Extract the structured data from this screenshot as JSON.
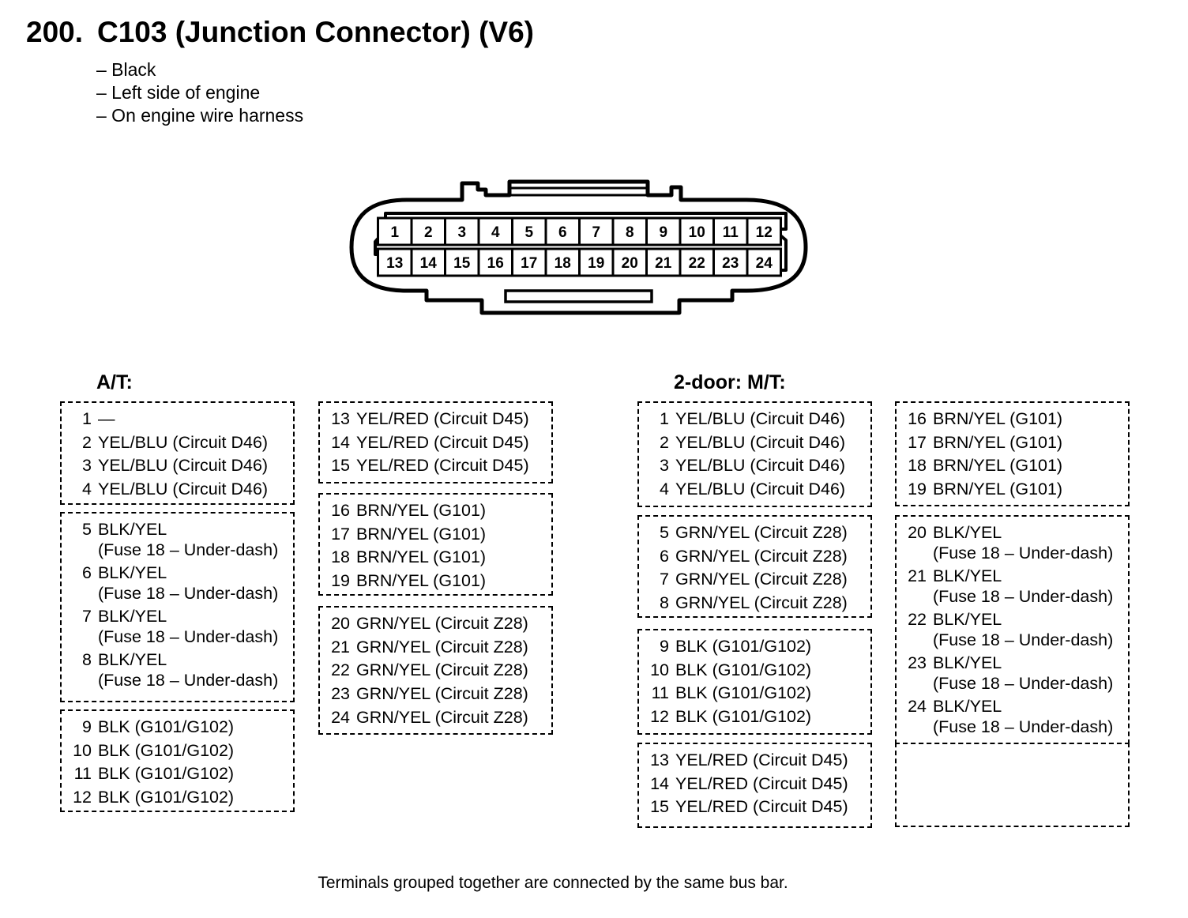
{
  "title": {
    "number": "200.",
    "text": "C103 (Junction Connector) (V6)"
  },
  "notes": [
    "– Black",
    "– Left side of engine",
    "– On engine wire harness"
  ],
  "connector": {
    "top_row": [
      "1",
      "2",
      "3",
      "4",
      "5",
      "6",
      "7",
      "8",
      "9",
      "10",
      "11",
      "12"
    ],
    "bottom_row": [
      "13",
      "14",
      "15",
      "16",
      "17",
      "18",
      "19",
      "20",
      "21",
      "22",
      "23",
      "24"
    ]
  },
  "sections": {
    "at": {
      "heading": "A/T:",
      "col1": [
        [
          {
            "pin": "1",
            "text": "—"
          },
          {
            "pin": "2",
            "text": "YEL/BLU (Circuit D46)"
          },
          {
            "pin": "3",
            "text": "YEL/BLU (Circuit D46)"
          },
          {
            "pin": "4",
            "text": "YEL/BLU (Circuit D46)"
          }
        ],
        [
          {
            "pin": "5",
            "text": "BLK/YEL",
            "sub": "(Fuse 18 – Under-dash)"
          },
          {
            "pin": "6",
            "text": "BLK/YEL",
            "sub": "(Fuse 18 – Under-dash)"
          },
          {
            "pin": "7",
            "text": "BLK/YEL",
            "sub": "(Fuse 18 – Under-dash)"
          },
          {
            "pin": "8",
            "text": "BLK/YEL",
            "sub": "(Fuse 18 – Under-dash)"
          }
        ],
        [
          {
            "pin": "9",
            "text": "BLK (G101/G102)"
          },
          {
            "pin": "10",
            "text": "BLK (G101/G102)"
          },
          {
            "pin": "11",
            "text": "BLK (G101/G102)"
          },
          {
            "pin": "12",
            "text": "BLK (G101/G102)"
          }
        ]
      ],
      "col2": [
        [
          {
            "pin": "13",
            "text": "YEL/RED (Circuit D45)"
          },
          {
            "pin": "14",
            "text": "YEL/RED (Circuit D45)"
          },
          {
            "pin": "15",
            "text": "YEL/RED (Circuit D45)"
          }
        ],
        [
          {
            "pin": "16",
            "text": "BRN/YEL (G101)"
          },
          {
            "pin": "17",
            "text": "BRN/YEL (G101)"
          },
          {
            "pin": "18",
            "text": "BRN/YEL (G101)"
          },
          {
            "pin": "19",
            "text": "BRN/YEL (G101)"
          }
        ],
        [
          {
            "pin": "20",
            "text": "GRN/YEL (Circuit Z28)"
          },
          {
            "pin": "21",
            "text": "GRN/YEL (Circuit Z28)"
          },
          {
            "pin": "22",
            "text": "GRN/YEL (Circuit Z28)"
          },
          {
            "pin": "23",
            "text": "GRN/YEL (Circuit Z28)"
          },
          {
            "pin": "24",
            "text": "GRN/YEL (Circuit Z28)"
          }
        ]
      ]
    },
    "mt": {
      "heading": "2-door: M/T:",
      "col1": [
        [
          {
            "pin": "1",
            "text": "YEL/BLU (Circuit D46)"
          },
          {
            "pin": "2",
            "text": "YEL/BLU (Circuit D46)"
          },
          {
            "pin": "3",
            "text": "YEL/BLU (Circuit D46)"
          },
          {
            "pin": "4",
            "text": "YEL/BLU (Circuit D46)"
          }
        ],
        [
          {
            "pin": "5",
            "text": "GRN/YEL (Circuit Z28)"
          },
          {
            "pin": "6",
            "text": "GRN/YEL (Circuit Z28)"
          },
          {
            "pin": "7",
            "text": "GRN/YEL (Circuit Z28)"
          },
          {
            "pin": "8",
            "text": "GRN/YEL (Circuit Z28)"
          }
        ],
        [
          {
            "pin": "9",
            "text": "BLK (G101/G102)"
          },
          {
            "pin": "10",
            "text": "BLK (G101/G102)"
          },
          {
            "pin": "11",
            "text": "BLK (G101/G102)"
          },
          {
            "pin": "12",
            "text": "BLK (G101/G102)"
          }
        ],
        [
          {
            "pin": "13",
            "text": "YEL/RED (Circuit D45)"
          },
          {
            "pin": "14",
            "text": "YEL/RED (Circuit D45)"
          },
          {
            "pin": "15",
            "text": "YEL/RED (Circuit D45)"
          }
        ]
      ],
      "col2": [
        [
          {
            "pin": "16",
            "text": "BRN/YEL (G101)"
          },
          {
            "pin": "17",
            "text": "BRN/YEL (G101)"
          },
          {
            "pin": "18",
            "text": "BRN/YEL (G101)"
          },
          {
            "pin": "19",
            "text": "BRN/YEL (G101)"
          }
        ],
        [
          {
            "pin": "20",
            "text": "BLK/YEL",
            "sub": "(Fuse 18 – Under-dash)"
          },
          {
            "pin": "21",
            "text": "BLK/YEL",
            "sub": "(Fuse 18 – Under-dash)"
          },
          {
            "pin": "22",
            "text": "BLK/YEL",
            "sub": "(Fuse 18 – Under-dash)"
          },
          {
            "pin": "23",
            "text": "BLK/YEL",
            "sub": "(Fuse 18 – Under-dash)"
          },
          {
            "pin": "24",
            "text": "BLK/YEL",
            "sub": "(Fuse 18 – Under-dash)"
          }
        ],
        []
      ]
    }
  },
  "footer": "Terminals grouped together are connected by the same bus bar."
}
